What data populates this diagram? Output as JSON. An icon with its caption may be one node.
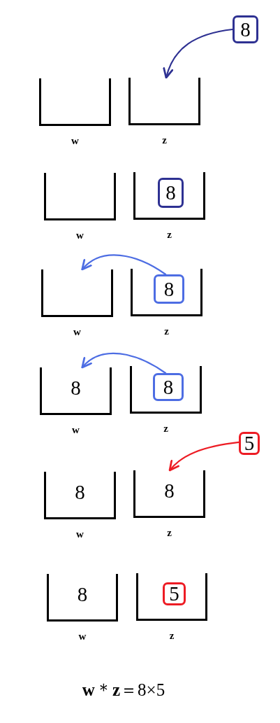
{
  "diagram": {
    "nodes": [
      {
        "text": [
          "8"
        ]
      },
      {
        "text": [
          "w"
        ]
      },
      {
        "text": [
          "z"
        ]
      },
      {
        "text": [
          "w"
        ]
      },
      {
        "text": [
          "z"
        ]
      },
      {
        "text": [
          "8"
        ],
        "in": 4
      },
      {
        "text": [
          "w"
        ]
      },
      {
        "text": [
          "z"
        ]
      },
      {
        "text": [
          "8"
        ],
        "in": 7
      },
      {
        "text": [
          "8",
          "w"
        ]
      },
      {
        "text": [
          "z"
        ]
      },
      {
        "text": [
          "8"
        ],
        "in": 10
      },
      {
        "text": [
          "5"
        ]
      },
      {
        "text": [
          "8",
          "w"
        ]
      },
      {
        "text": [
          "8",
          "z"
        ]
      },
      {
        "text": [
          "8",
          "w"
        ]
      },
      {
        "text": [
          "z"
        ]
      },
      {
        "text": [
          "5"
        ],
        "in": 16
      }
    ],
    "edges": [
      {
        "from": 0,
        "to": 2,
        "arrow": "to",
        "color": "#2e3192"
      },
      {
        "from": 8,
        "to": 6,
        "arrow": "to",
        "color": "#4d6de3"
      },
      {
        "from": 11,
        "to": 9,
        "arrow": "to",
        "color": "#4d6de3"
      },
      {
        "from": 12,
        "to": 14,
        "arrow": "to",
        "color": "#ed1c24"
      }
    ],
    "labels": [
      "**w**＊**z**＝8×5"
    ]
  }
}
